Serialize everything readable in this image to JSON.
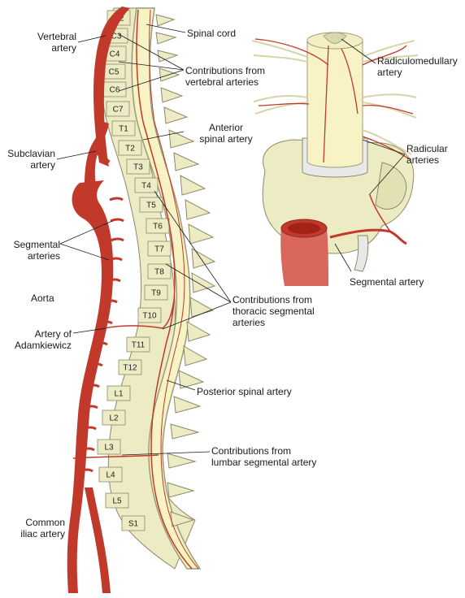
{
  "labels": {
    "vertebral_artery": [
      "Vertebral",
      "artery"
    ],
    "spinal_cord": "Spinal cord",
    "contrib_vertebral": [
      "Contributions from",
      "vertebral arteries"
    ],
    "anterior_spinal": [
      "Anterior",
      "spinal artery"
    ],
    "subclavian": [
      "Subclavian",
      "artery"
    ],
    "segmental_arteries": [
      "Segmental",
      "arteries"
    ],
    "aorta": "Aorta",
    "adamkiewicz": [
      "Artery of",
      "Adamkiewicz"
    ],
    "contrib_thoracic": [
      "Contributions from",
      "thoracic segmental",
      "arteries"
    ],
    "posterior_spinal": "Posterior spinal artery",
    "contrib_lumbar": [
      "Contributions from",
      "lumbar segmental artery"
    ],
    "common_iliac": [
      "Common",
      "iliac artery"
    ],
    "radiculomedullary": [
      "Radiculomedullary",
      "artery"
    ],
    "radicular": [
      "Radicular",
      "arteries"
    ],
    "segmental_artery": "Segmental artery"
  },
  "vertebrae": [
    "C2",
    "C3",
    "C4",
    "C5",
    "C6",
    "C7",
    "T1",
    "T2",
    "T3",
    "T4",
    "T5",
    "T6",
    "T7",
    "T8",
    "T9",
    "T10",
    "T11",
    "T12",
    "L1",
    "L2",
    "L3",
    "L4",
    "L5",
    "S1"
  ],
  "colors": {
    "artery": "#c0392b",
    "artery_light": "#d9675c",
    "bone": "#ecebc4",
    "bone_edge": "#8a8a6a",
    "cord": "#f7f3c4",
    "canal": "#9c9a7a",
    "disc": "#e8e8e8"
  }
}
